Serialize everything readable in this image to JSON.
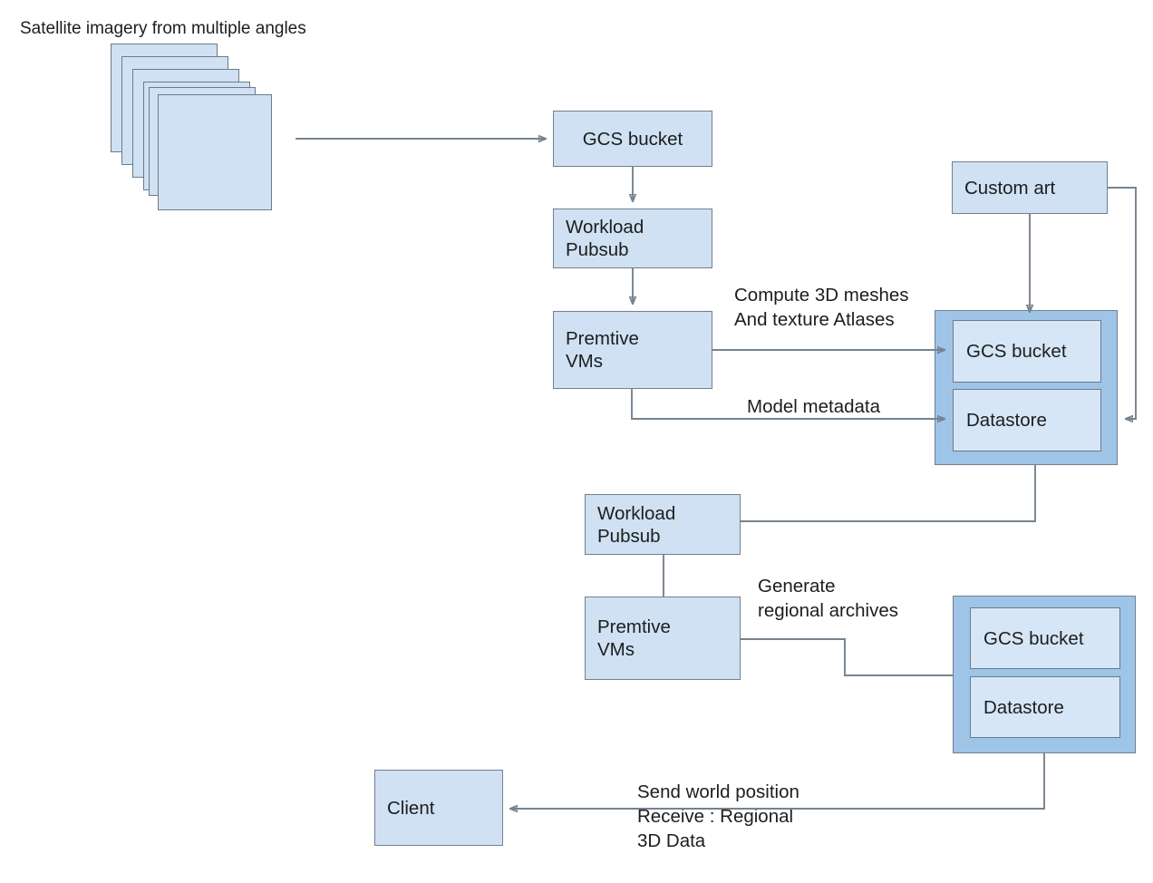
{
  "diagram": {
    "title": "Satellite imagery from multiple angles",
    "source_stack": {
      "name": "satellite-image-stack",
      "layer_count": 6
    },
    "nodes": {
      "gcs_bucket_ingest": "GCS bucket",
      "workload_pubsub_1": "Workload\nPubsub",
      "premtive_vms_1": "Premtive\nVMs",
      "custom_art": "Custom art",
      "storage_a_gcs": "GCS bucket",
      "storage_a_datastore": "Datastore",
      "workload_pubsub_2": "Workload\nPubsub",
      "premtive_vms_2": "Premtive\nVMs",
      "storage_b_gcs": "GCS bucket",
      "storage_b_datastore": "Datastore",
      "client": "Client"
    },
    "edge_labels": {
      "compute_meshes": "Compute 3D meshes\nAnd texture Atlases",
      "model_metadata": "Model metadata",
      "generate_archives": "Generate\nregional archives",
      "client_exchange": "Send world position\nReceive : Regional\n3D Data"
    },
    "colors": {
      "node_fill": "#cfe1f3",
      "group_fill": "#9ec4e8",
      "inner_fill": "#d6e6f7",
      "stroke": "#72808c",
      "edge_stroke": "#76838e",
      "text": "#1d1d1d",
      "background": "#ffffff"
    }
  }
}
